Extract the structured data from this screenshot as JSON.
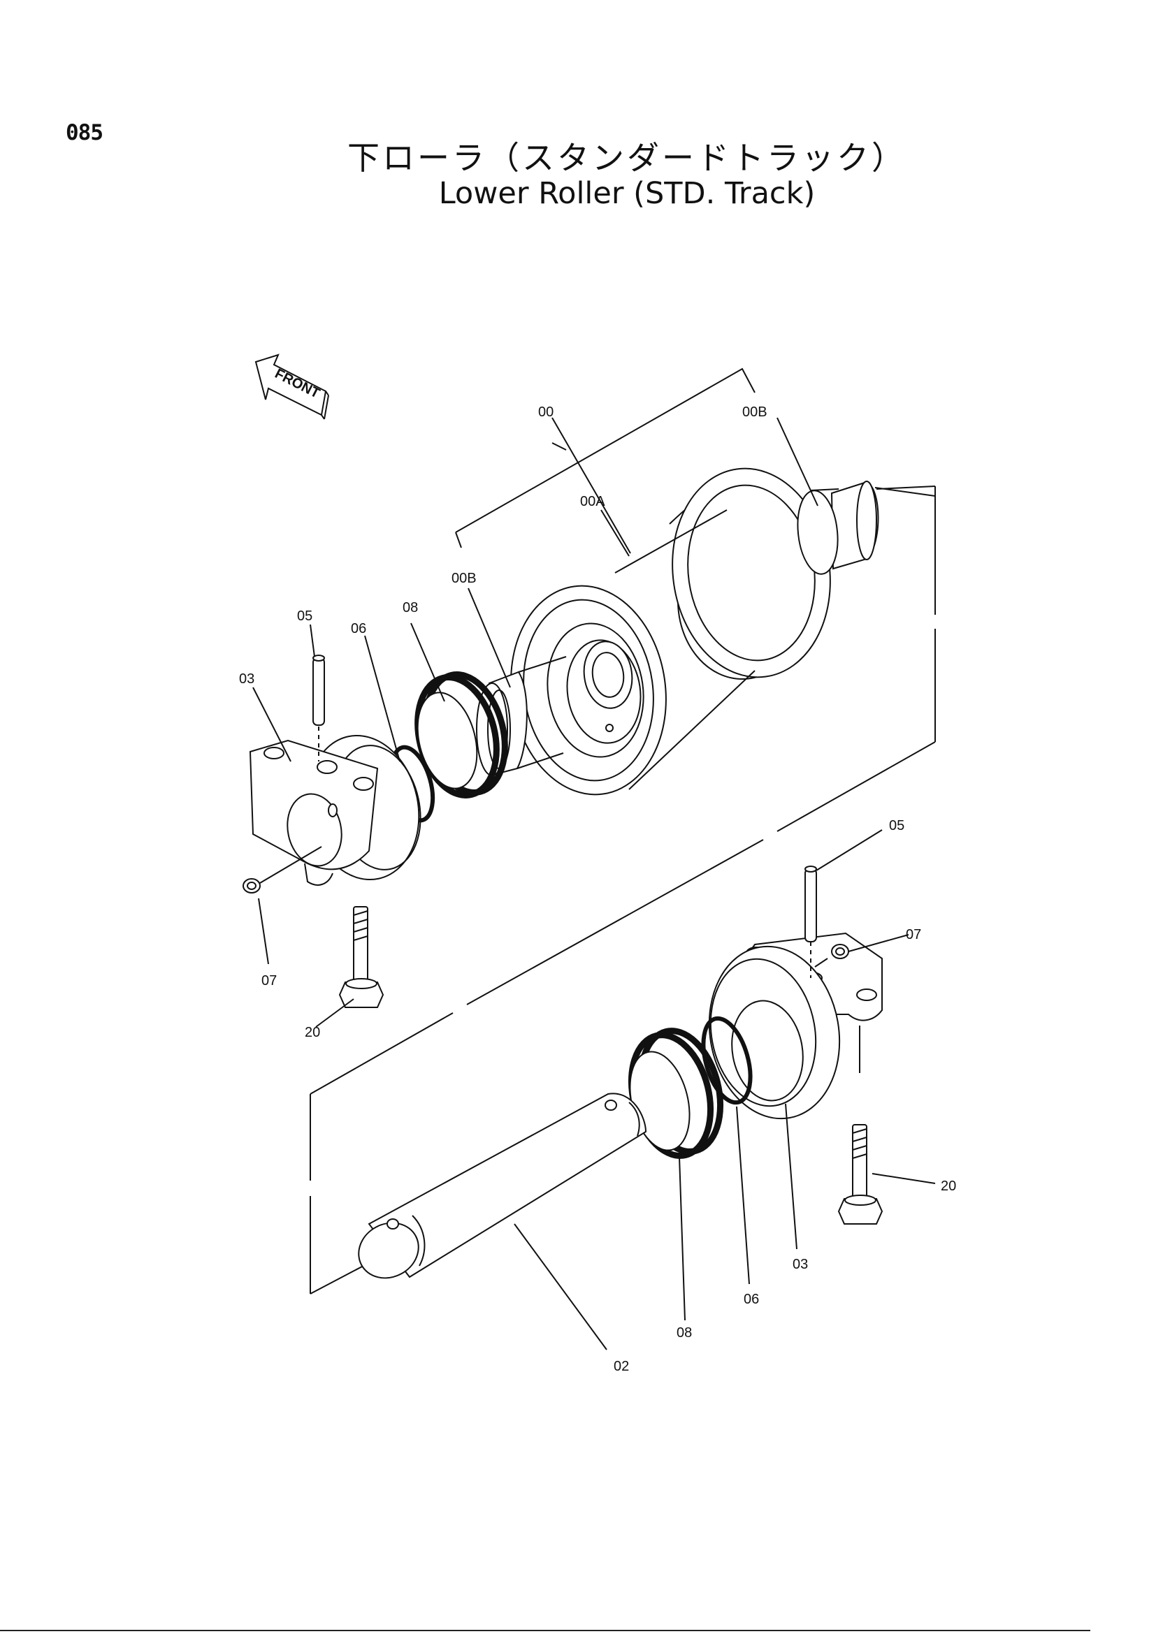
{
  "page": {
    "number": "085",
    "title_jp": "下ローラ（スタンダードトラック）",
    "title_en": "Lower Roller (STD. Track)"
  },
  "front_arrow": {
    "label": "FRONT",
    "icon": "front-arrow-icon"
  },
  "callouts": {
    "c00": "00",
    "c00A": "00A",
    "c00B_top": "00B",
    "c00B_left": "00B",
    "c05_upper": "05",
    "c06_upper": "06",
    "c08_upper": "08",
    "c03_upper": "03",
    "c07_upper": "07",
    "c20_upper": "20",
    "c05_lower": "05",
    "c07_lower": "07",
    "c20_lower": "20",
    "c03_lower": "03",
    "c06_lower": "06",
    "c08_lower": "08",
    "c02": "02"
  }
}
